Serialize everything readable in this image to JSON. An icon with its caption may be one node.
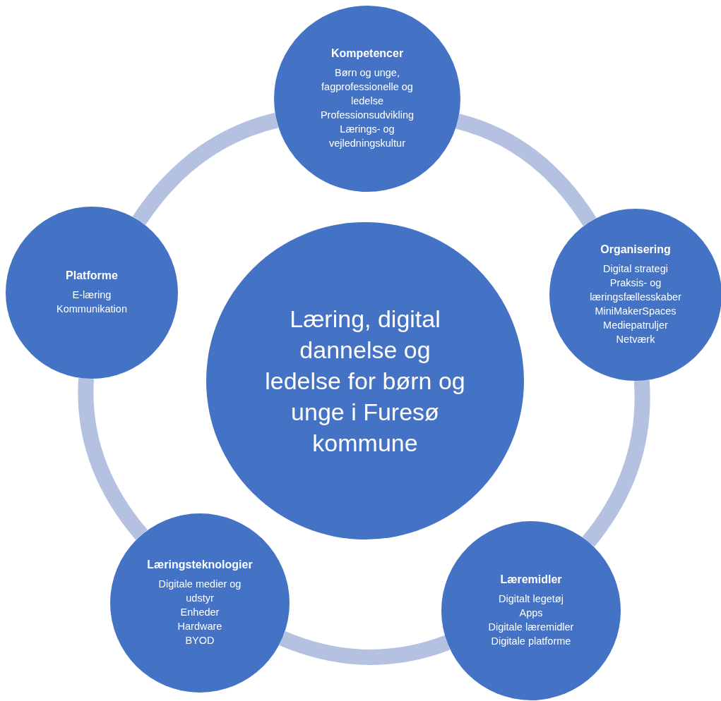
{
  "diagram": {
    "nodes": [
      {
        "text": [
          "Læring, digital dannelse og ledelse for børn og unge i Furesø kommune"
        ]
      },
      {
        "text": [
          "Kompetencer",
          "Børn og unge, fagprofessionelle og ledelse",
          "Professionsudvikling",
          "Lærings- og vejledningskultur"
        ]
      },
      {
        "text": [
          "Organisering",
          "Digital strategi",
          "Praksis- og læringsfællesskaber",
          "MiniMakerSpaces",
          "Mediepatruljer",
          "Netværk"
        ]
      },
      {
        "text": [
          "Læremidler",
          "Digitalt legetøj",
          "Apps",
          "Digitale læremidler",
          "Digitale platforme"
        ]
      },
      {
        "text": [
          "Læringsteknologier",
          "Digitale medier og udstyr",
          "Enheder",
          "Hardware",
          "BYOD"
        ]
      },
      {
        "text": [
          "Platforme",
          "E-læring",
          "Kommunikation"
        ]
      }
    ],
    "edges": [
      {
        "from": 1,
        "to": 2,
        "arrow": "none"
      },
      {
        "from": 2,
        "to": 3,
        "arrow": "none"
      },
      {
        "from": 3,
        "to": 4,
        "arrow": "none"
      },
      {
        "from": 4,
        "to": 5,
        "arrow": "none"
      },
      {
        "from": 5,
        "to": 1,
        "arrow": "none"
      }
    ]
  }
}
